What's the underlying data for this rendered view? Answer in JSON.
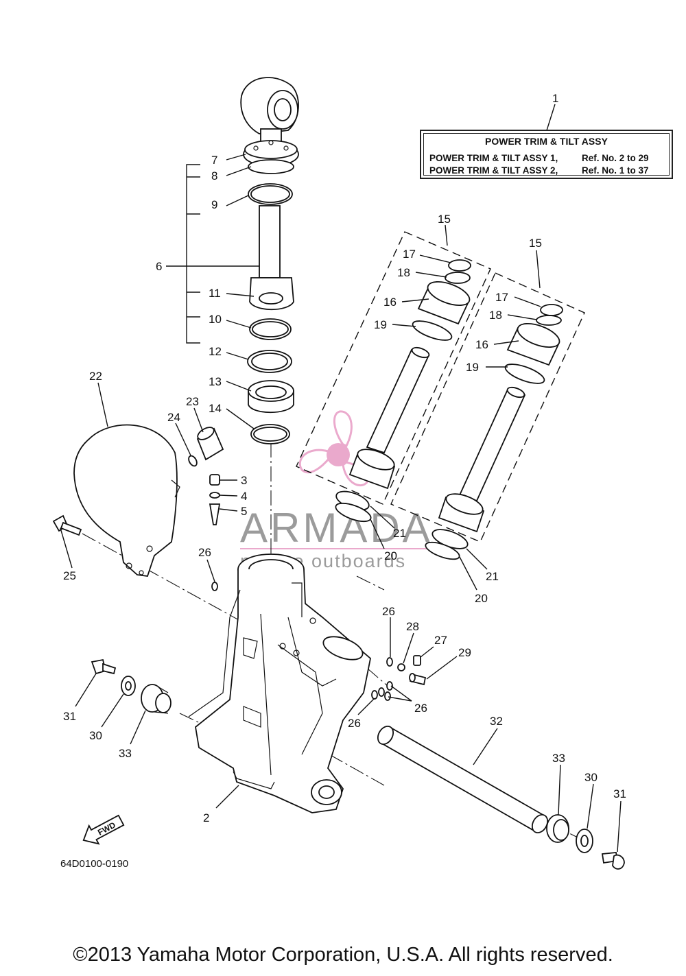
{
  "assembly_box": {
    "title": "POWER TRIM & TILT ASSY",
    "rows": [
      {
        "name": "POWER TRIM & TILT ASSY 1,",
        "ref": "Ref. No. 2 to 29"
      },
      {
        "name": "POWER TRIM & TILT ASSY 2,",
        "ref": "Ref. No. 1 to 37"
      }
    ]
  },
  "watermark": {
    "brand": "ARMADA",
    "tagline": "marine outboards"
  },
  "fwd_label": "FWD",
  "diagram_code": "64D0100-0190",
  "copyright": "©2013 Yamaha Motor Corporation, U.S.A. All rights reserved.",
  "callouts": {
    "c1": "1",
    "c2": "2",
    "c3": "3",
    "c4": "4",
    "c5": "5",
    "c6": "6",
    "c7": "7",
    "c8": "8",
    "c9": "9",
    "c10": "10",
    "c11": "11",
    "c12": "12",
    "c13": "13",
    "c14": "14",
    "c15a": "15",
    "c15b": "15",
    "c16a": "16",
    "c16b": "16",
    "c17a": "17",
    "c17b": "17",
    "c18a": "18",
    "c18b": "18",
    "c19a": "19",
    "c19b": "19",
    "c20a": "20",
    "c20b": "20",
    "c21a": "21",
    "c21b": "21",
    "c22": "22",
    "c23": "23",
    "c24": "24",
    "c25": "25",
    "c26a": "26",
    "c26b": "26",
    "c26c": "26",
    "c26d": "26",
    "c27": "27",
    "c28": "28",
    "c29": "29",
    "c30a": "30",
    "c30b": "30",
    "c31a": "31",
    "c31b": "31",
    "c32": "32",
    "c33a": "33",
    "c33b": "33"
  }
}
